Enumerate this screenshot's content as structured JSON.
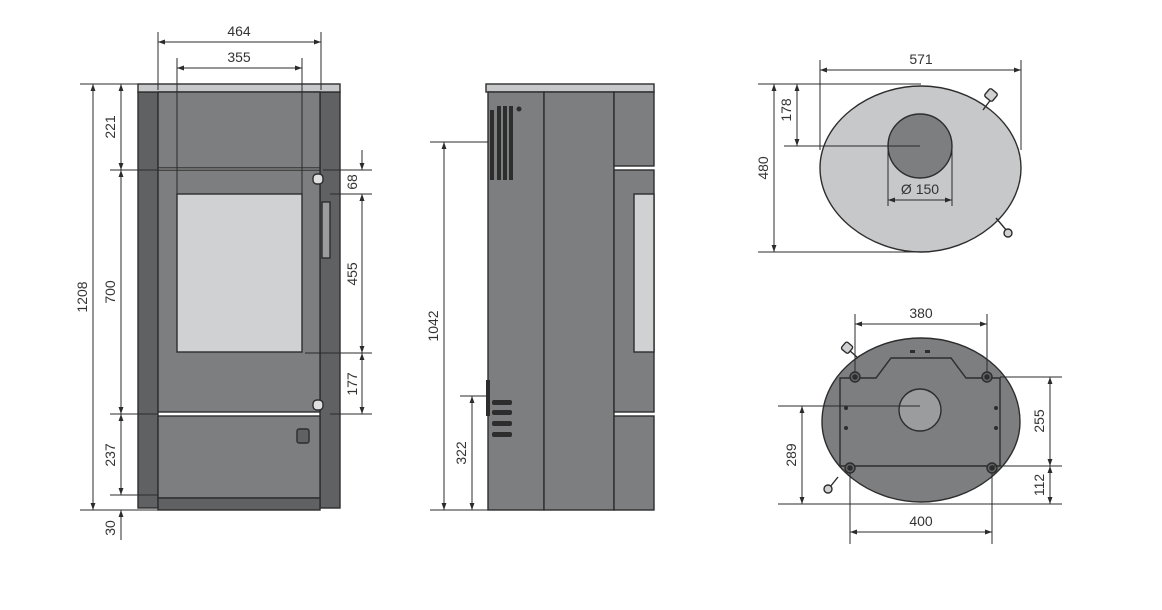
{
  "colors": {
    "steel": "#7c7e80",
    "steel_dark": "#5f6163",
    "steel_light": "#9a9c9e",
    "glass": "#cfd1d3",
    "top_plate": "#c6c8ca",
    "outline": "#2d2d2d",
    "dimension_line": "#2b2b2b"
  },
  "front_view": {
    "width_outer": "464",
    "width_inner": "355",
    "height_total": "1208",
    "top_section": "221",
    "door_height": "700",
    "bottom_section": "237",
    "plinth": "30",
    "handle_top": "68",
    "window_height": "455",
    "below_window": "177"
  },
  "side_view": {
    "outlet_height": "1042",
    "air_inlet_height": "322"
  },
  "top_view": {
    "depth": "480",
    "width": "571",
    "flue_offset": "178",
    "flue_diameter": "Ø 150"
  },
  "bottom_view": {
    "bolt_spacing_top": "380",
    "bolt_spacing_bottom": "400",
    "rear_distance": "255",
    "front_distance": "112",
    "flue_from_front": "289"
  }
}
